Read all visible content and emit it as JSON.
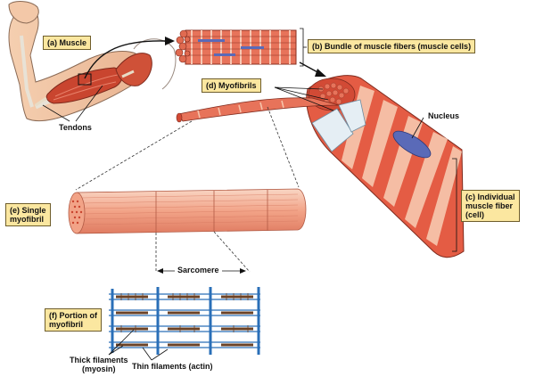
{
  "labels": {
    "a_letter": "(a)",
    "a_text": "Muscle",
    "tendons": "Tendons",
    "b_letter": "(b)",
    "b_text": "Bundle of muscle fibers (muscle cells)",
    "d_letter": "(d)",
    "d_text": "Myofibrils",
    "nucleus": "Nucleus",
    "c_letter": "(c)",
    "c_text_1": "Individual",
    "c_text_2": "muscle fiber",
    "c_text_3": "(cell)",
    "e_letter": "(e)",
    "e_text_1": "Single",
    "e_text_2": "myofibril",
    "sarcomere": "Sarcomere",
    "f_letter": "(f)",
    "f_text_1": "Portion of",
    "f_text_2": "myofibril",
    "thick_1": "Thick filaments",
    "thick_2": "(myosin)",
    "thin": "Thin filaments (actin)"
  },
  "colors": {
    "label_fill": "#fbe7a0",
    "muscle_red": "#d9533c",
    "fiber_light": "#f6c3aa",
    "myosin_brown": "#6b4226",
    "actin_blue": "#2a6fb8",
    "nucleus_blue": "#5a6ab8"
  }
}
